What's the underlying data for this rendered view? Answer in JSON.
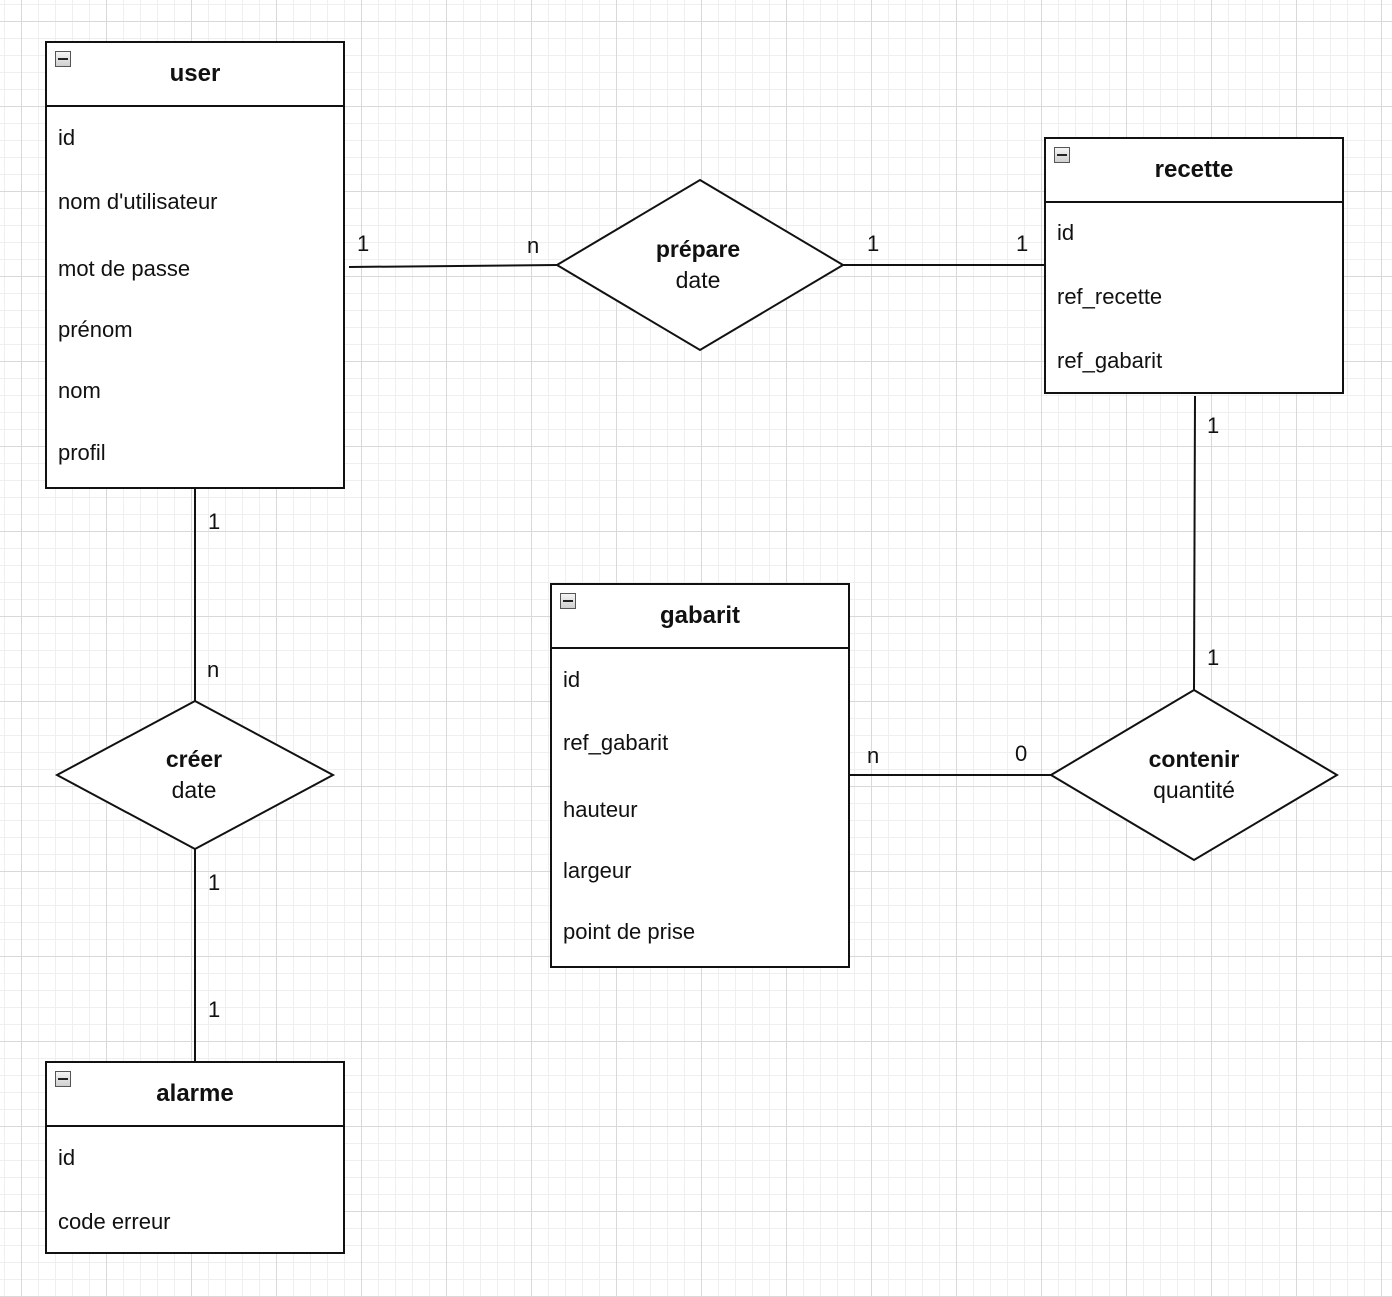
{
  "entities": {
    "user": {
      "title": "user",
      "attributes": [
        "id",
        "nom d'utilisateur",
        "mot de passe",
        "prénom",
        "nom",
        "profil"
      ]
    },
    "recette": {
      "title": "recette",
      "attributes": [
        "id",
        "ref_recette",
        "ref_gabarit"
      ]
    },
    "gabarit": {
      "title": "gabarit",
      "attributes": [
        "id",
        "ref_gabarit",
        "hauteur",
        "largeur",
        "point de prise"
      ]
    },
    "alarme": {
      "title": "alarme",
      "attributes": [
        "id",
        "code erreur"
      ]
    }
  },
  "relations": {
    "prepare": {
      "name": "prépare",
      "attribute": "date"
    },
    "creer": {
      "name": "créer",
      "attribute": "date"
    },
    "contenir": {
      "name": "contenir",
      "attribute": "quantité"
    }
  },
  "cardinalities": {
    "user_prepare_user_side": "1",
    "user_prepare_rel_side": "n",
    "prepare_recette_rel_side": "1",
    "prepare_recette_recette_side": "1",
    "recette_contenir_recette_side": "1",
    "recette_contenir_rel_side": "1",
    "gabarit_contenir_gabarit_side": "n",
    "gabarit_contenir_rel_side": "0",
    "user_creer_user_side": "1",
    "user_creer_rel_side": "n",
    "creer_alarme_rel_side": "1",
    "creer_alarme_alarme_side": "1"
  }
}
